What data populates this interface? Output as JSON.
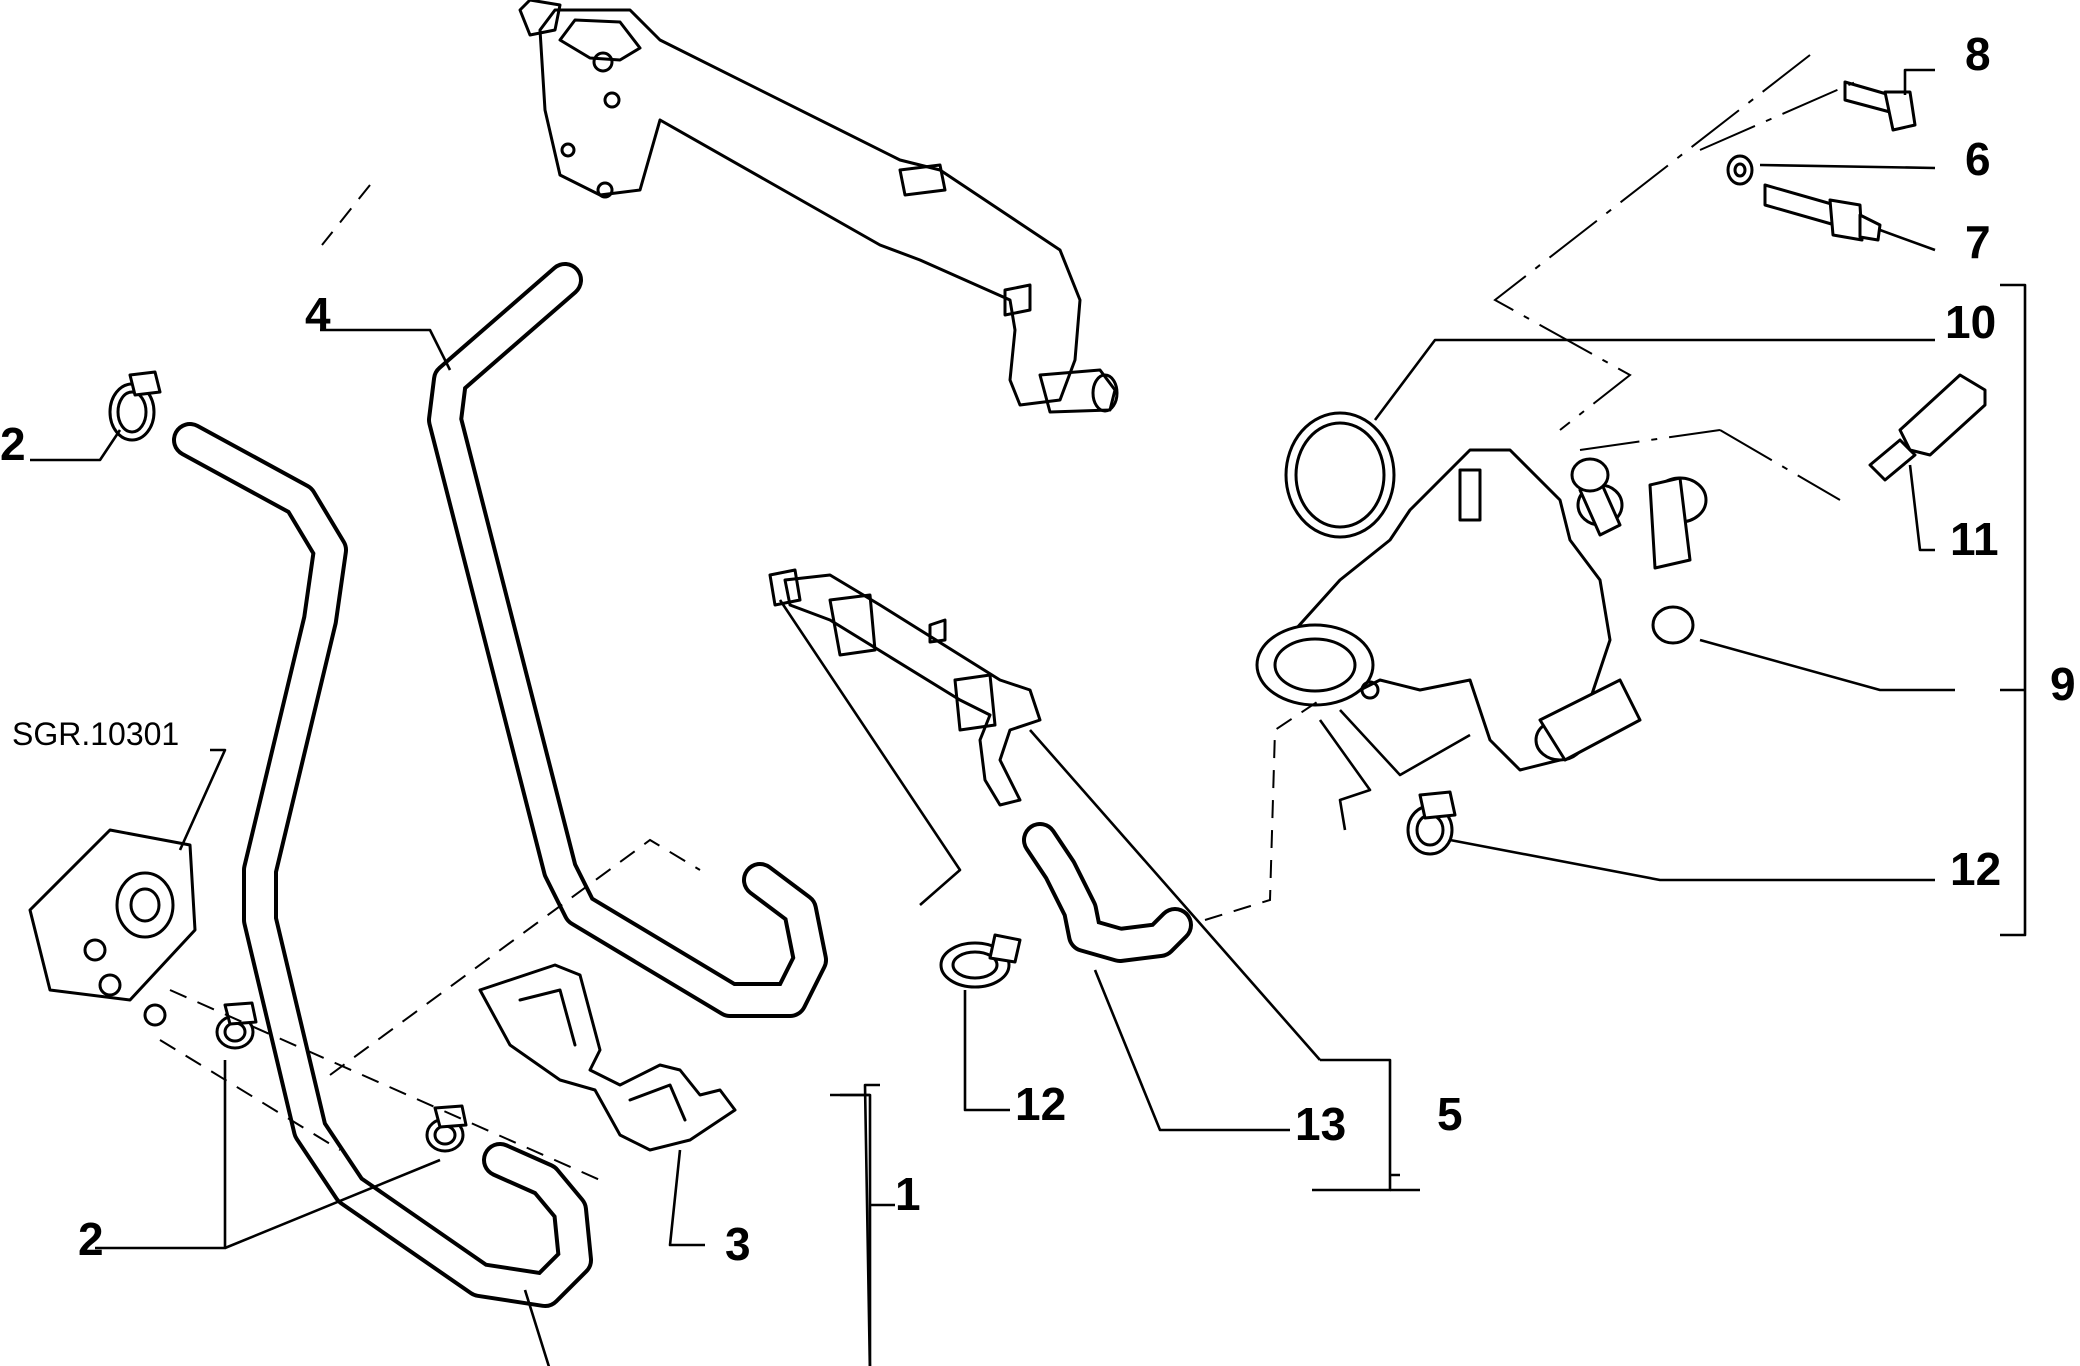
{
  "reference_label": "SGR.10301",
  "callouts": {
    "c1": "1",
    "c2_top": "2",
    "c2_bottom": "2",
    "c3": "3",
    "c4": "4",
    "c5": "5",
    "c6": "6",
    "c7": "7",
    "c8": "8",
    "c9": "9",
    "c10": "10",
    "c11": "11",
    "c12_right": "12",
    "c12_mid": "12",
    "c13": "13"
  }
}
